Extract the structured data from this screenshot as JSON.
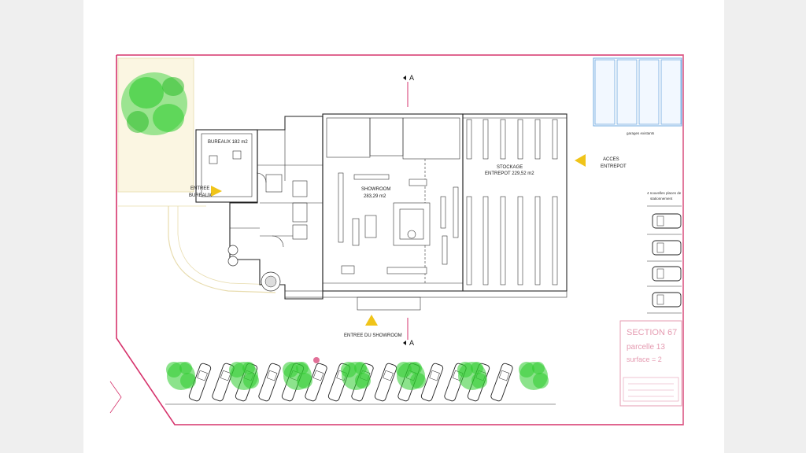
{
  "colors": {
    "boundary": "#d6336c",
    "vegetation": "#2ecc2e",
    "arrow": "#f0c419",
    "paving": "#e8dcae",
    "garage": "#6ea8e0"
  },
  "section_marks": {
    "top": "A",
    "bottom": "A"
  },
  "rooms": {
    "bureaux": "BUREAUX 182 m2",
    "showroom_name": "SHOWROOM",
    "showroom_area": "283,29 m2",
    "stockage_name": "STOCKAGE",
    "stockage_area": "ENTREPOT 229,52 m2"
  },
  "entrances": {
    "bureaux_line1": "ENTREE",
    "bureaux_line2": "BUREAUX",
    "entrepot_line1": "ACCES",
    "entrepot_line2": "ENTREPOT",
    "showroom": "ENTREE DU SHOWROOM"
  },
  "garages_label": "garages existants",
  "parking_label_line1": "4 nouvelles places de",
  "parking_label_line2": "stationnement",
  "cartouche": {
    "line1": "SECTION 67",
    "line2": "parcelle 13",
    "line3": "surface = 2"
  },
  "icons": [
    "north-arrow-icon",
    "section-cut-icon",
    "entrance-arrow-icon",
    "tree-icon",
    "car-icon",
    "garage-icon"
  ]
}
